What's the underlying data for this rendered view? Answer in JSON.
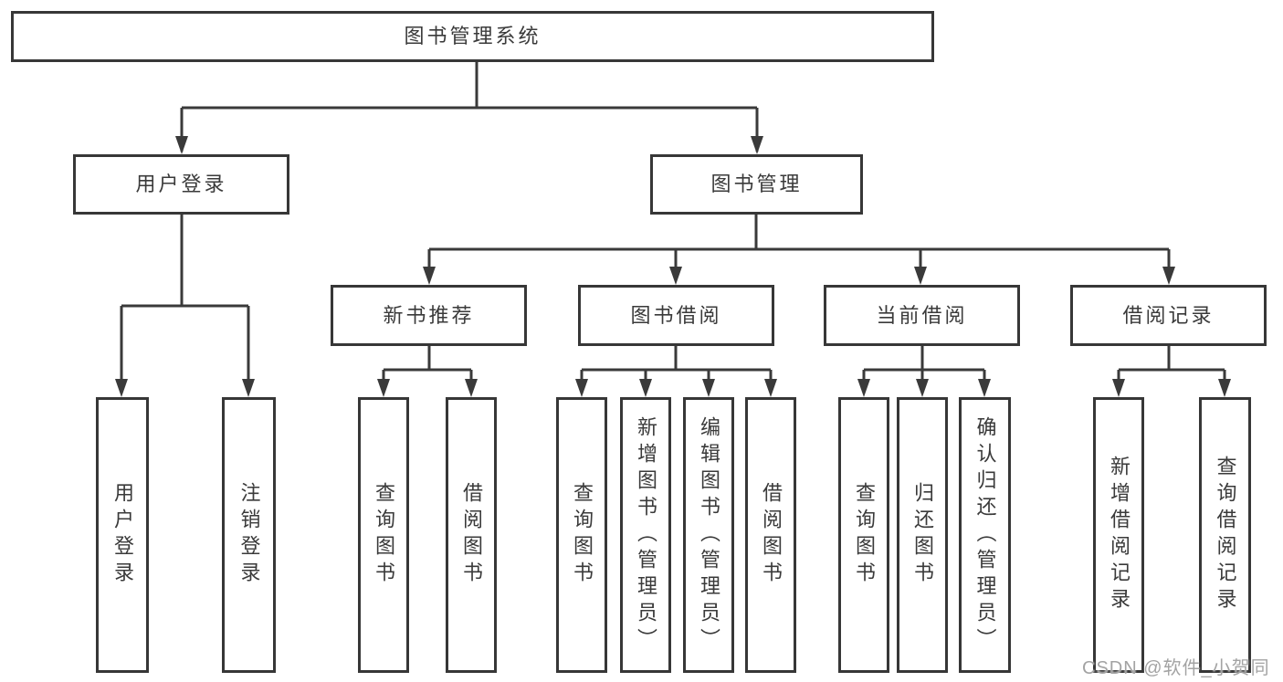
{
  "diagram": {
    "title": "图书管理系统",
    "nodes": {
      "root": "图书管理系统",
      "user_login": "用户登录",
      "book_management": "图书管理",
      "new_book_recommend": "新书推荐",
      "book_borrowing": "图书借阅",
      "current_borrowing": "当前借阅",
      "borrowing_records": "借阅记录",
      "ul_user_login": "用户登录",
      "ul_logout": "注销登录",
      "nbr_query_books": "查询图书",
      "nbr_borrow_books": "借阅图书",
      "bb_query_books": "查询图书",
      "bb_add_books": "新增图书（管理员）",
      "bb_edit_books": "编辑图书（管理员）",
      "bb_borrow_books": "借阅图书",
      "cb_query_books": "查询图书",
      "cb_return_books": "归还图书",
      "cb_confirm_return": "确认归还（管理员）",
      "br_add_record": "新增借阅记录",
      "br_query_record": "查询借阅记录"
    },
    "hierarchy": {
      "图书管理系统": [
        "用户登录",
        "图书管理"
      ],
      "用户登录": [
        "用户登录",
        "注销登录"
      ],
      "图书管理": [
        "新书推荐",
        "图书借阅",
        "当前借阅",
        "借阅记录"
      ],
      "新书推荐": [
        "查询图书",
        "借阅图书"
      ],
      "图书借阅": [
        "查询图书",
        "新增图书（管理员）",
        "编辑图书（管理员）",
        "借阅图书"
      ],
      "当前借阅": [
        "查询图书",
        "归还图书",
        "确认归还（管理员）"
      ],
      "借阅记录": [
        "新增借阅记录",
        "查询借阅记录"
      ]
    },
    "colors": {
      "line": "#3a3a3a",
      "box_border": "#373737",
      "box_background": "#ffffff",
      "text": "#3a3a3a",
      "watermark": "#a3a3a3"
    },
    "watermark": "CSDN @软件_小贺同学"
  }
}
